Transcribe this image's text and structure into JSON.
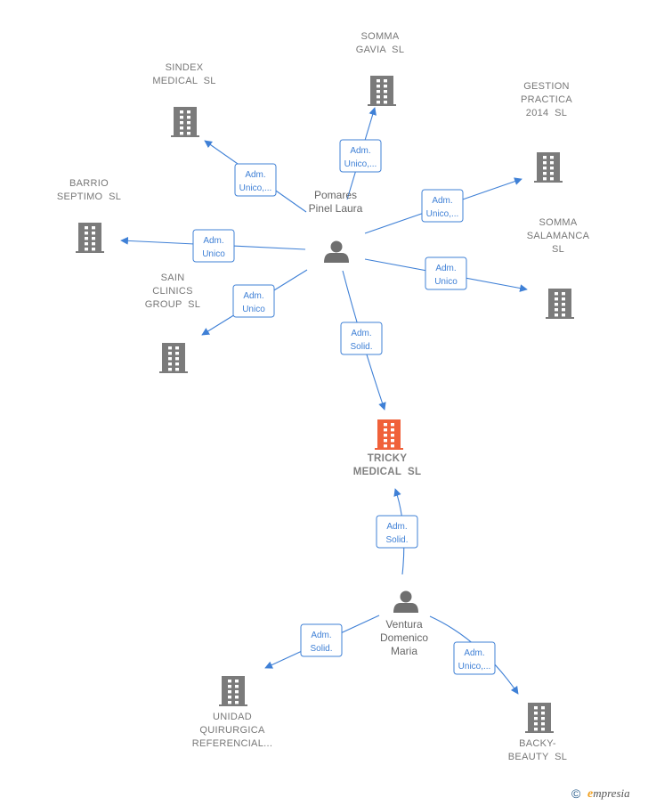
{
  "footer": {
    "copyright": "©",
    "brand_initial": "e",
    "brand_rest": "mpresia"
  },
  "colors": {
    "edge": "#3f80d6",
    "building": "#7b7b7b",
    "focus_building": "#f0613a",
    "person": "#6f6f6f"
  },
  "nodes": [
    {
      "id": "pomares",
      "kind": "person",
      "lines": [
        "Pomares",
        "Pinel Laura"
      ]
    },
    {
      "id": "ventura",
      "kind": "person",
      "lines": [
        "Ventura",
        "Domenico",
        "Maria"
      ]
    },
    {
      "id": "tricky",
      "kind": "company",
      "focus": true,
      "lines": [
        "TRICKY",
        "MEDICAL  SL"
      ]
    },
    {
      "id": "sindex",
      "kind": "company",
      "lines": [
        "SINDEX",
        "MEDICAL  SL"
      ]
    },
    {
      "id": "gavia",
      "kind": "company",
      "lines": [
        "SOMMA",
        "GAVIA  SL"
      ]
    },
    {
      "id": "gestion",
      "kind": "company",
      "lines": [
        "GESTION",
        "PRACTICA",
        "2014  SL"
      ]
    },
    {
      "id": "barrio",
      "kind": "company",
      "lines": [
        "BARRIO",
        "SEPTIMO  SL"
      ]
    },
    {
      "id": "salamanca",
      "kind": "company",
      "lines": [
        "SOMMA",
        "SALAMANCA",
        "SL"
      ]
    },
    {
      "id": "sain",
      "kind": "company",
      "lines": [
        "SAIN",
        "CLINICS",
        "GROUP  SL"
      ]
    },
    {
      "id": "unidad",
      "kind": "company",
      "lines": [
        "UNIDAD",
        "QUIRURGICA",
        "REFERENCIAL..."
      ]
    },
    {
      "id": "backy",
      "kind": "company",
      "lines": [
        "BACKY-",
        "BEAUTY  SL"
      ]
    }
  ],
  "edges": [
    {
      "from": "pomares",
      "to": "sindex",
      "label": [
        "Adm.",
        "Unico,..."
      ]
    },
    {
      "from": "pomares",
      "to": "gavia",
      "label": [
        "Adm.",
        "Unico,..."
      ]
    },
    {
      "from": "pomares",
      "to": "gestion",
      "label": [
        "Adm.",
        "Unico,..."
      ]
    },
    {
      "from": "pomares",
      "to": "barrio",
      "label": [
        "Adm.",
        "Unico"
      ]
    },
    {
      "from": "pomares",
      "to": "salamanca",
      "label": [
        "Adm.",
        "Unico"
      ]
    },
    {
      "from": "pomares",
      "to": "sain",
      "label": [
        "Adm.",
        "Unico"
      ]
    },
    {
      "from": "pomares",
      "to": "tricky",
      "label": [
        "Adm.",
        "Solid."
      ]
    },
    {
      "from": "ventura",
      "to": "tricky",
      "label": [
        "Adm.",
        "Solid."
      ]
    },
    {
      "from": "ventura",
      "to": "unidad",
      "label": [
        "Adm.",
        "Solid."
      ]
    },
    {
      "from": "ventura",
      "to": "backy",
      "label": [
        "Adm.",
        "Unico,..."
      ]
    }
  ]
}
